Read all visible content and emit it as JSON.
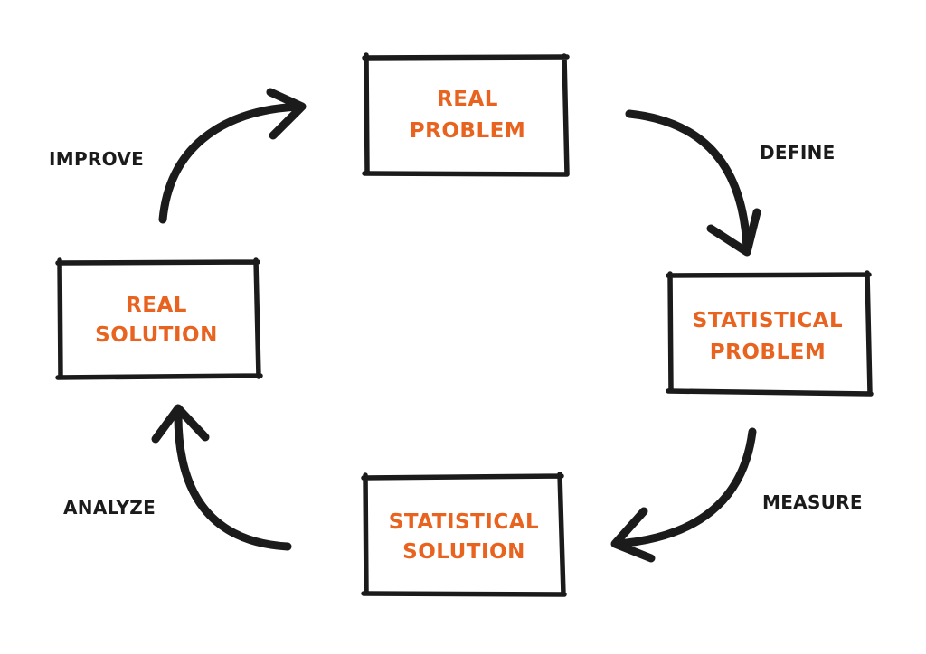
{
  "colors": {
    "box_text": "#e8631f",
    "edge_text": "#1b1b1b",
    "stroke": "#1b1b1b",
    "background": "#ffffff"
  },
  "nodes": {
    "real_problem": {
      "line1": "REAL",
      "line2": "PROBLEM"
    },
    "statistical_problem": {
      "line1": "STATISTICAL",
      "line2": "PROBLEM"
    },
    "statistical_solution": {
      "line1": "STATISTICAL",
      "line2": "SOLUTION"
    },
    "real_solution": {
      "line1": "REAL",
      "line2": "SOLUTION"
    }
  },
  "edges": {
    "define": "DEFINE",
    "measure": "MEASURE",
    "analyze": "ANALYZE",
    "improve": "IMPROVE"
  }
}
